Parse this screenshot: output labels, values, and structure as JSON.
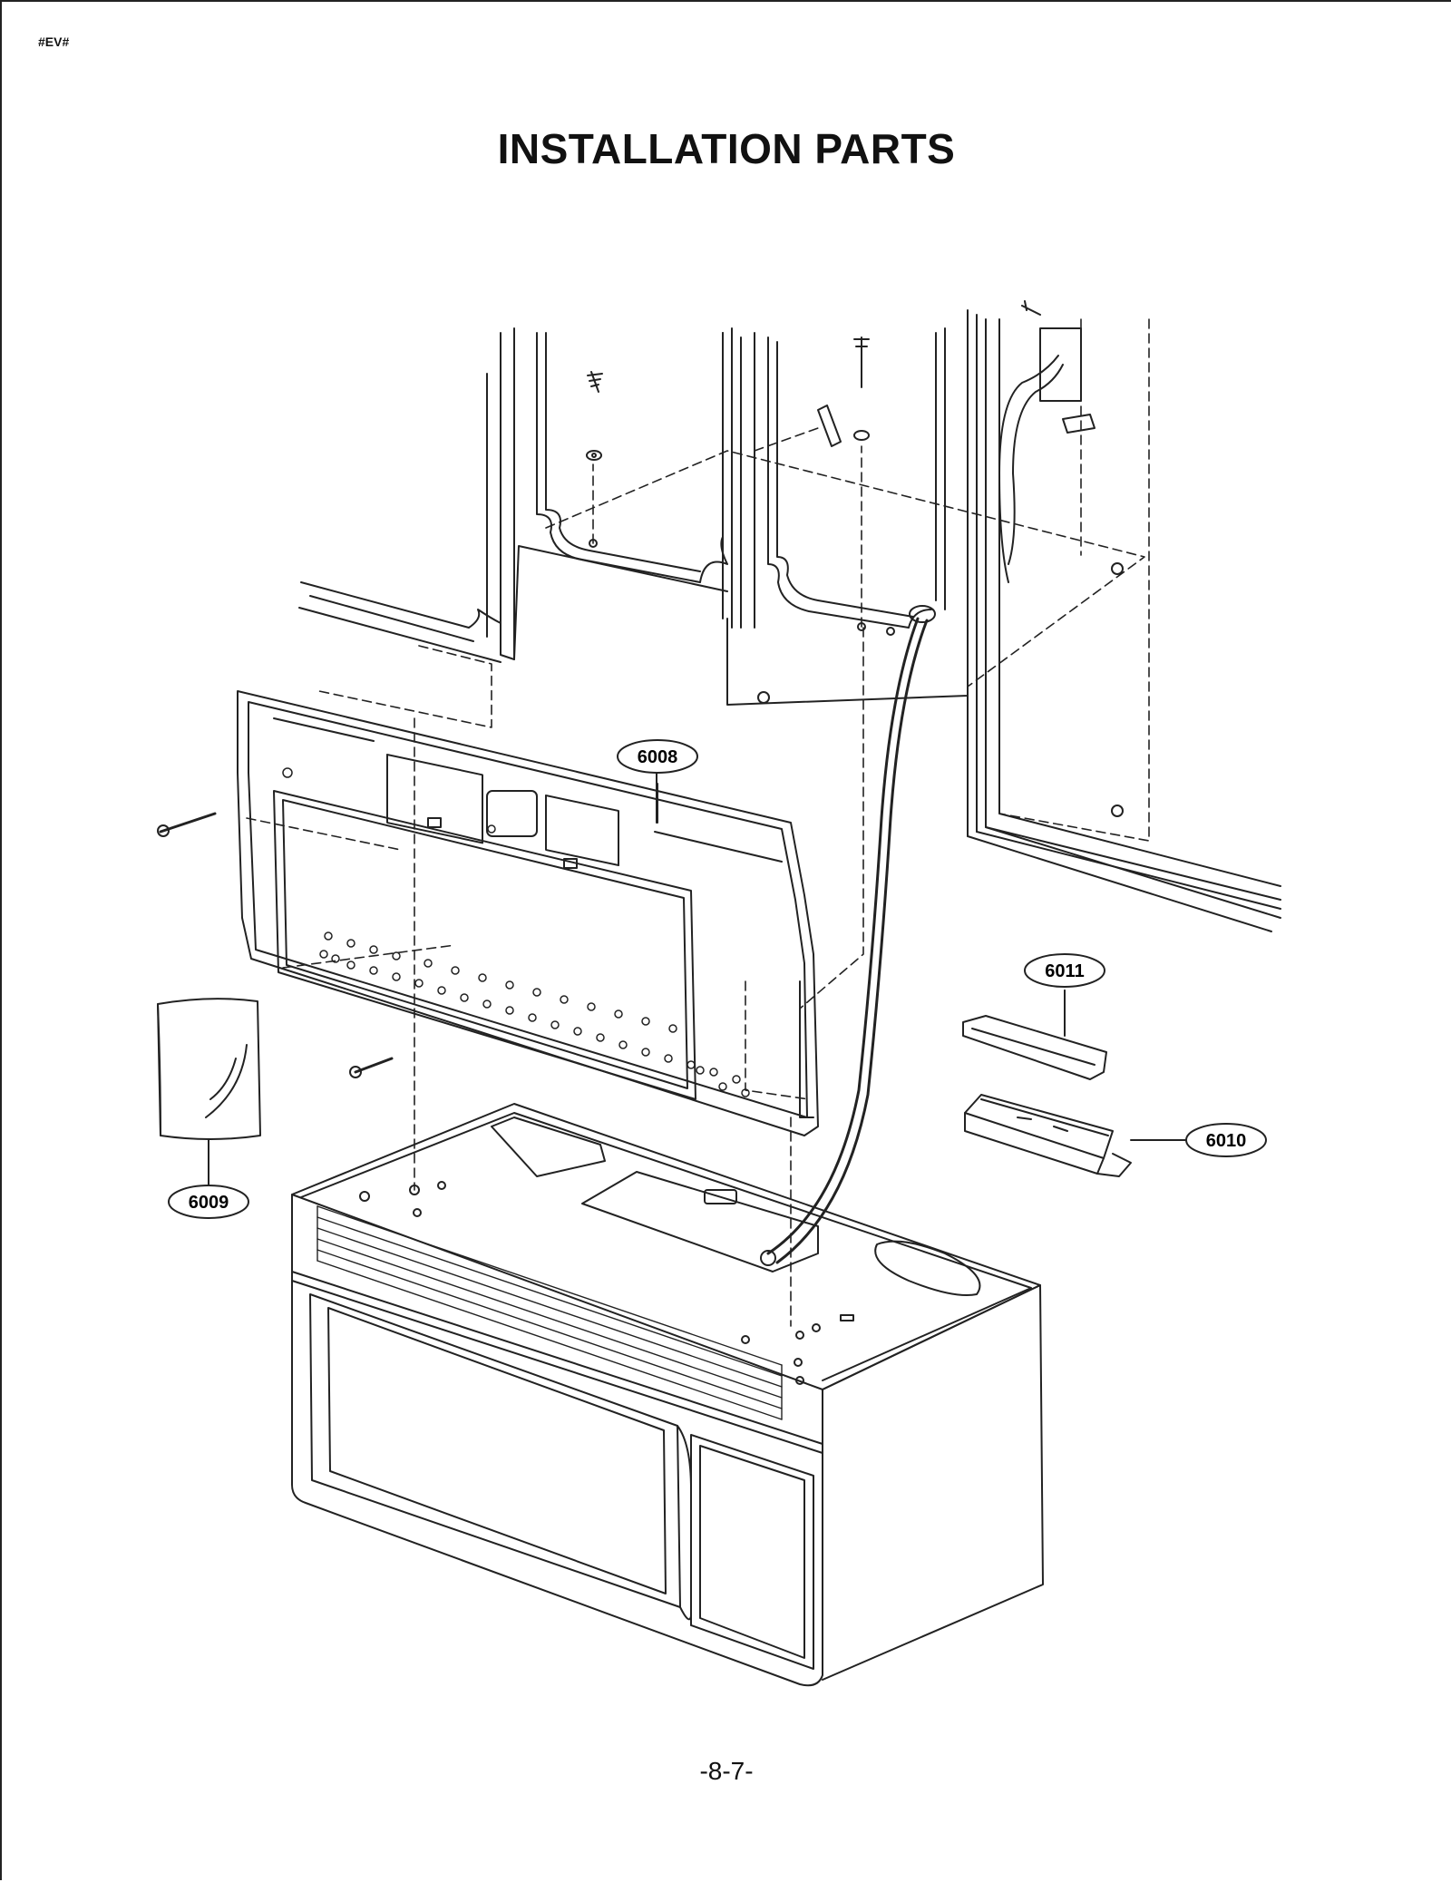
{
  "header": {
    "doc_code": "#EV#",
    "title": "INSTALLATION PARTS"
  },
  "callouts": [
    {
      "id": "6008",
      "label": "6008"
    },
    {
      "id": "6011",
      "label": "6011"
    },
    {
      "id": "6010",
      "label": "6010"
    },
    {
      "id": "6009",
      "label": "6009"
    }
  ],
  "footer": {
    "page_number": "-8-7-"
  }
}
